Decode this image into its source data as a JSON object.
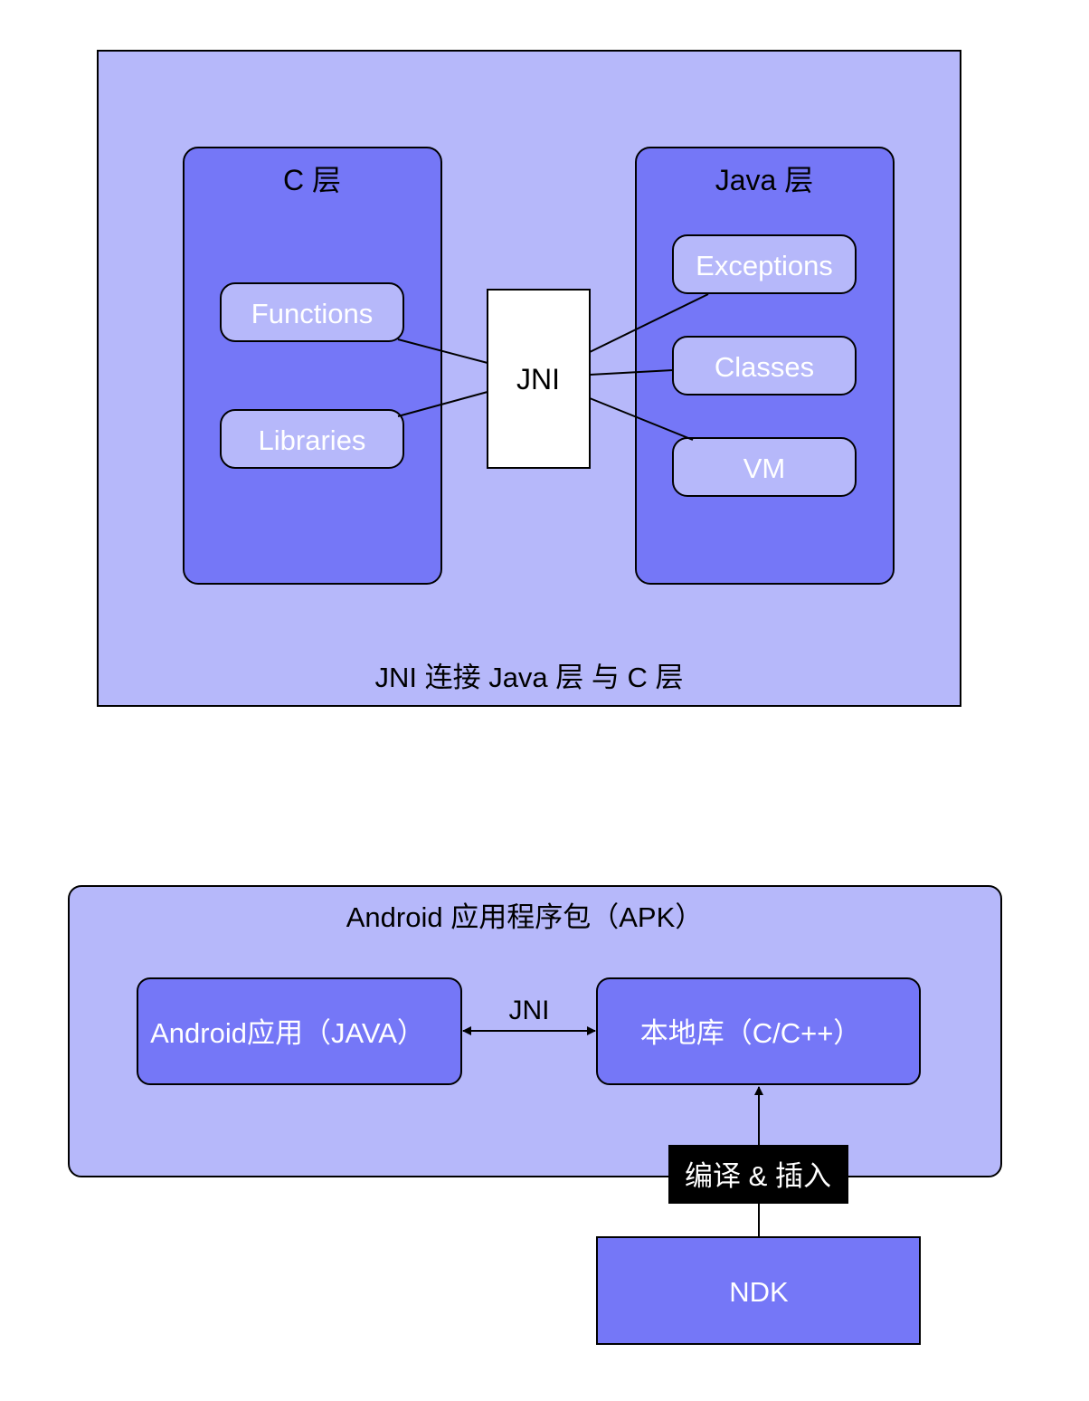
{
  "colors": {
    "outer_fill": "#b6b8fa",
    "panel_fill": "#7577f7",
    "item_fill": "#b6b8fa",
    "jni_fill": "#ffffff",
    "stroke": "#000000",
    "badge_fill": "#000000"
  },
  "diagram1": {
    "c_layer": {
      "title": "C 层",
      "items": [
        "Functions",
        "Libraries"
      ]
    },
    "java_layer": {
      "title": "Java 层",
      "items": [
        "Exceptions",
        "Classes",
        "VM"
      ]
    },
    "jni_box": "JNI",
    "caption": "JNI 连接 Java 层 与 C 层"
  },
  "diagram2": {
    "apk_title": "Android 应用程序包（APK）",
    "android_app": "Android应用（JAVA）",
    "jni_label": "JNI",
    "native_lib": "本地库（C/C++）",
    "compile_badge": "编译 & 插入",
    "ndk": "NDK"
  }
}
